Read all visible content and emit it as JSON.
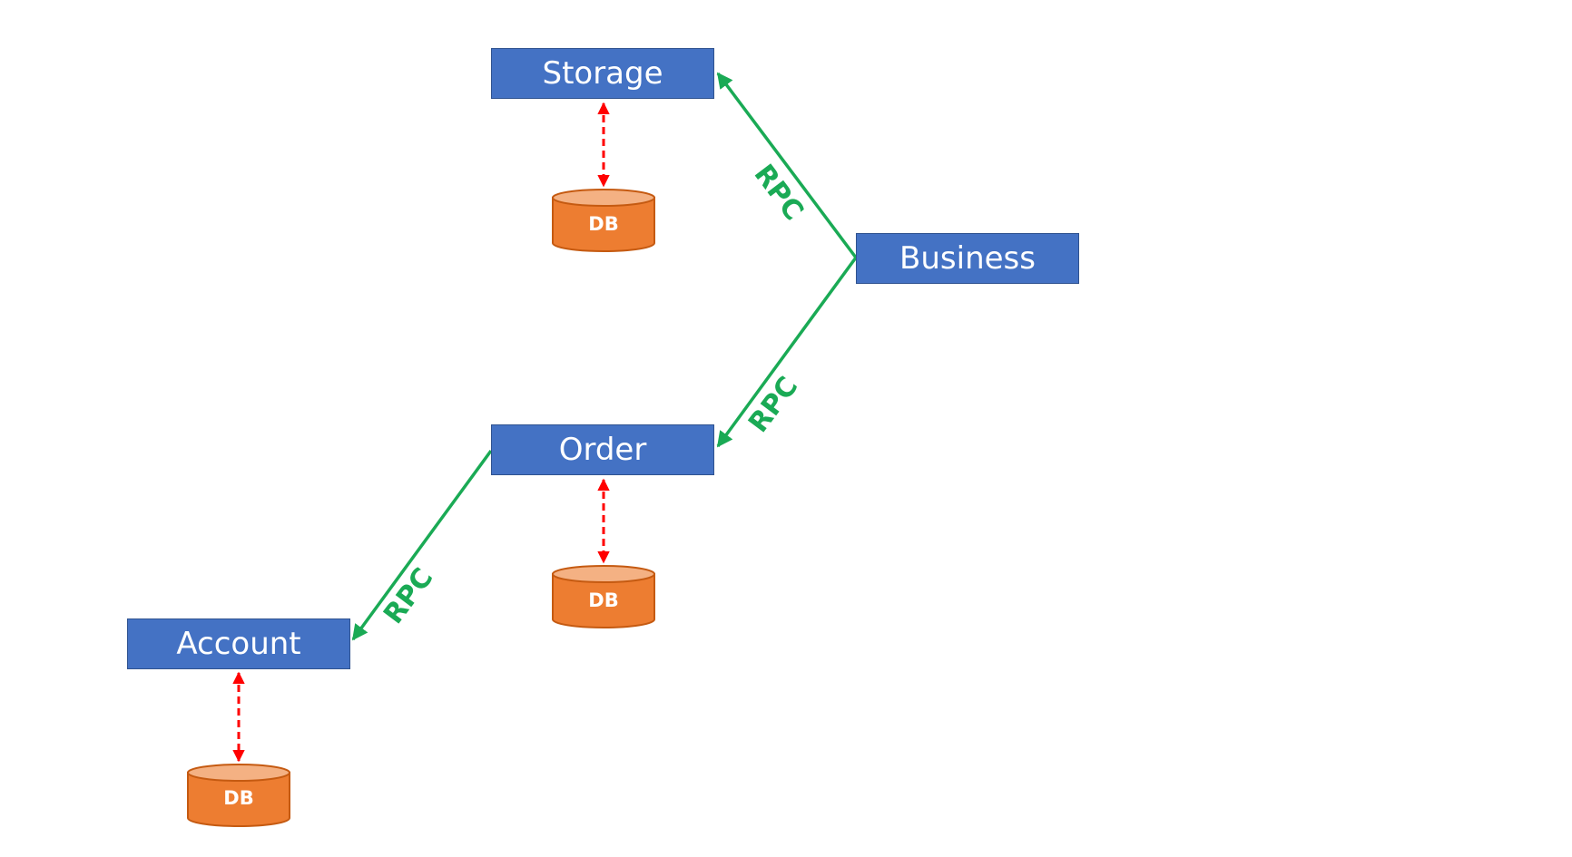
{
  "services": {
    "storage": "Storage",
    "business": "Business",
    "order": "Order",
    "account": "Account"
  },
  "databases": {
    "storage_db": "DB",
    "order_db": "DB",
    "account_db": "DB"
  },
  "connections": {
    "business_to_storage": "RPC",
    "business_to_order": "RPC",
    "order_to_account": "RPC"
  },
  "colors": {
    "service_fill": "#4472C4",
    "db_fill": "#ED7D31",
    "db_top": "#F4B183",
    "rpc_line": "#1AAA55",
    "db_link": "#FF0000"
  }
}
